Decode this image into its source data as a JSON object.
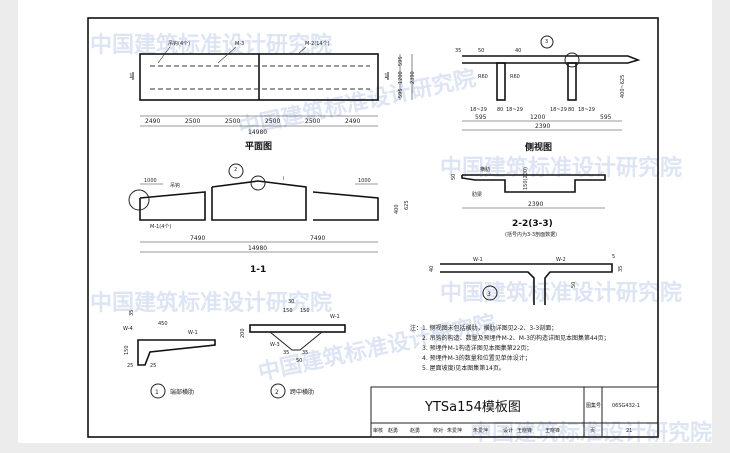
{
  "watermark": "中国建筑标准设计研究院",
  "plan": {
    "title": "平面图",
    "labels": {
      "hook": "吊钩(4个)",
      "m3": "M-3",
      "m2": "M-2(14个)",
      "section_mark": "1"
    },
    "dims": [
      "2490",
      "2500",
      "2500",
      "2500",
      "2500",
      "2490"
    ],
    "total": "14980",
    "right_dims": [
      "595",
      "1200",
      "595"
    ],
    "right_total": "2390"
  },
  "section11": {
    "title": "1-1",
    "labels": {
      "hook": "吊钩",
      "m1": "M-1(4个)",
      "slope": "i",
      "detail_ref_num": "2",
      "dim_left": "1000",
      "dim_right": "1000",
      "h1": "400",
      "h2": "625"
    },
    "dims": [
      "7490",
      "7490"
    ],
    "total": "14980"
  },
  "side": {
    "title": "侧视图",
    "labels": {
      "t35": "35",
      "t50": "50",
      "t40": "40",
      "r1": "R60",
      "r2": "R60",
      "height": "400~625",
      "detail_ref": "3",
      "rib_a": "18~29",
      "rib_b": "80",
      "rib_c": "18~29",
      "rib_d": "18~29",
      "rib_e": "80",
      "rib_f": "18~29"
    },
    "dims": [
      "595",
      "1200",
      "595"
    ],
    "total": "2390"
  },
  "section22": {
    "title": "2-2(3-3)",
    "subtitle": "(括号内为3-3剖面数据)",
    "labels": {
      "rib": "横肋",
      "beam": "肋梁",
      "t50": "50",
      "h": "150(200)"
    },
    "total": "2390"
  },
  "detail3": {
    "num": "3",
    "labels": {
      "w1": "W-1",
      "w2": "W-2",
      "t40": "40",
      "t5": "5",
      "t35": "35",
      "t50": "50"
    }
  },
  "detail1": {
    "num": "1",
    "title": "端部横肋",
    "labels": {
      "w4": "W-4",
      "w1": "W-1",
      "d450": "450",
      "d150": "150",
      "d25a": "25",
      "d25b": "25",
      "d35": "35"
    }
  },
  "detail2": {
    "num": "2",
    "title": "跨中横肋",
    "labels": {
      "w1": "W-1",
      "w3": "W-3",
      "d150a": "150",
      "d150b": "150",
      "d200": "200",
      "d35a": "35",
      "d35b": "35",
      "d30": "30",
      "d50": "50"
    }
  },
  "notes": [
    "注：1. 侧视图未包括横肋，横肋详图见2-2、3-3剖面；",
    "2. 吊钩的构造、数量及预埋件M-2、M-3的构造详图见本图集第44页；",
    "3. 预埋件M-1构造详图见本图集第22页；",
    "4. 预埋件M-3的数量和位置见单体设计；",
    "5. 屋面坡度i见本图集第14页。"
  ],
  "title_block": {
    "title": "YTSa154模板图",
    "atlas_label": "图集号",
    "atlas_no": "06SG432-1",
    "page_label": "页",
    "page_no": "21",
    "review_label": "审核",
    "reviewer": "赵勇",
    "reviewer_sign": "赵勇",
    "check_label": "校对",
    "checker": "朱爱萍",
    "checker_sign": "朱爱萍",
    "design_label": "设计",
    "designer": "王晓锋",
    "designer_sign": "王晓锋"
  }
}
